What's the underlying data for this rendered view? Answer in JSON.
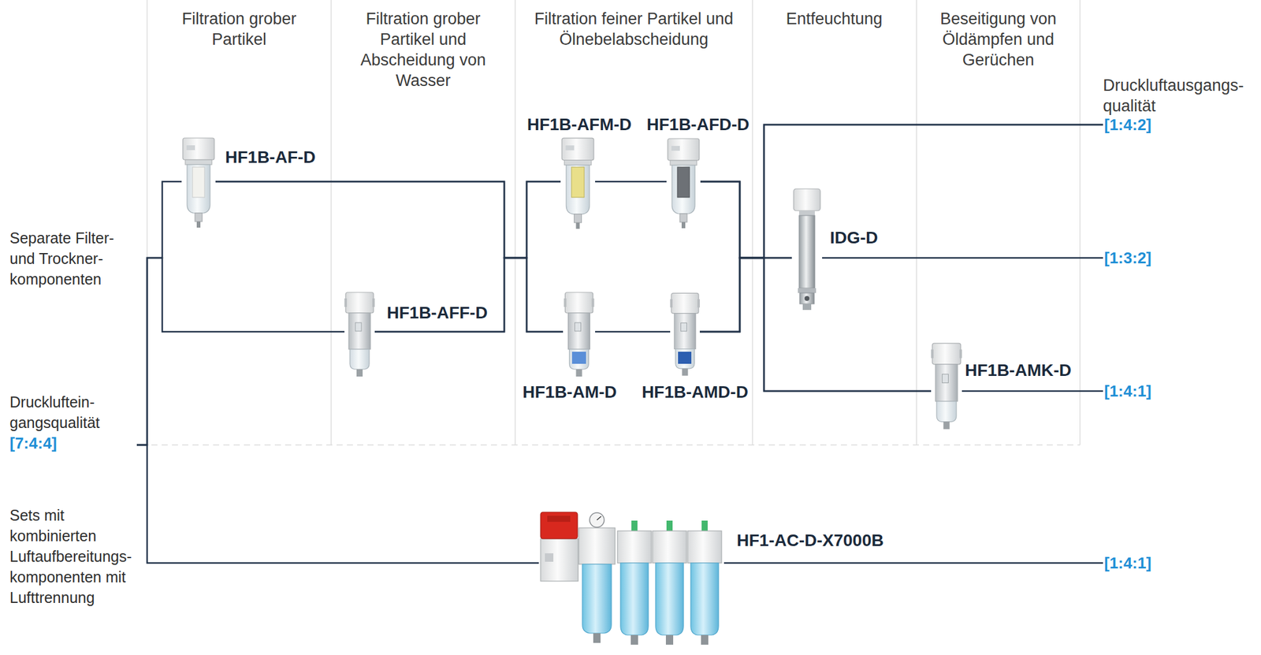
{
  "diagram": {
    "nodes": [
      {
        "text": [
          "Druckluftein- gangsqualität",
          "[7:4:4]"
        ]
      },
      {
        "text": [
          "HF1B-AF-D"
        ]
      },
      {
        "text": [
          "HF1B-AFF-D"
        ]
      },
      {
        "text": [
          "HF1B-AFM-D"
        ]
      },
      {
        "text": [
          "HF1B-AFD-D"
        ]
      },
      {
        "text": [
          "HF1B-AM-D"
        ]
      },
      {
        "text": [
          "HF1B-AMD-D"
        ]
      },
      {
        "text": [
          "IDG-D"
        ]
      },
      {
        "text": [
          "HF1B-AMK-D"
        ]
      },
      {
        "text": [
          "HF1-AC-D-X7000B"
        ]
      },
      {
        "text": [
          "[1:4:2]"
        ]
      },
      {
        "text": [
          "[1:3:2]"
        ]
      },
      {
        "text": [
          "[1:4:1]"
        ]
      },
      {
        "text": [
          "[1:4:1]"
        ]
      }
    ],
    "edges": [
      {
        "from": 0,
        "to": 1,
        "arrow": "none"
      },
      {
        "from": 0,
        "to": 2,
        "arrow": "none"
      },
      {
        "from": 0,
        "to": 9,
        "arrow": "none"
      },
      {
        "from": 1,
        "to": 3,
        "arrow": "none"
      },
      {
        "from": 1,
        "to": 5,
        "arrow": "none"
      },
      {
        "from": 2,
        "to": 3,
        "arrow": "none"
      },
      {
        "from": 2,
        "to": 5,
        "arrow": "none"
      },
      {
        "from": 3,
        "to": 4,
        "arrow": "none"
      },
      {
        "from": 5,
        "to": 6,
        "arrow": "none"
      },
      {
        "from": 4,
        "to": 10,
        "arrow": "none"
      },
      {
        "from": 4,
        "to": 7,
        "arrow": "none"
      },
      {
        "from": 4,
        "to": 8,
        "arrow": "none"
      },
      {
        "from": 6,
        "to": 10,
        "arrow": "none"
      },
      {
        "from": 6,
        "to": 7,
        "arrow": "none"
      },
      {
        "from": 6,
        "to": 8,
        "arrow": "none"
      },
      {
        "from": 7,
        "to": 11,
        "arrow": "none"
      },
      {
        "from": 8,
        "to": 12,
        "arrow": "none"
      },
      {
        "from": 9,
        "to": 13,
        "arrow": "none"
      }
    ],
    "labels": [
      "Filtration grober Partikel",
      "Filtration grober Partikel und Abscheidung von Wasser",
      "Filtration feiner Partikel und Ölnebelabscheidung",
      "Entfeuchtung",
      "Beseitigung von Öldämpfen und Gerüchen",
      "Druckluftausgangs- qualität",
      "Separate Filter- und Trockner- komponenten",
      "Sets mit kombinierten Luftaufbereitungs- komponenten mit Lufttrennung"
    ]
  }
}
